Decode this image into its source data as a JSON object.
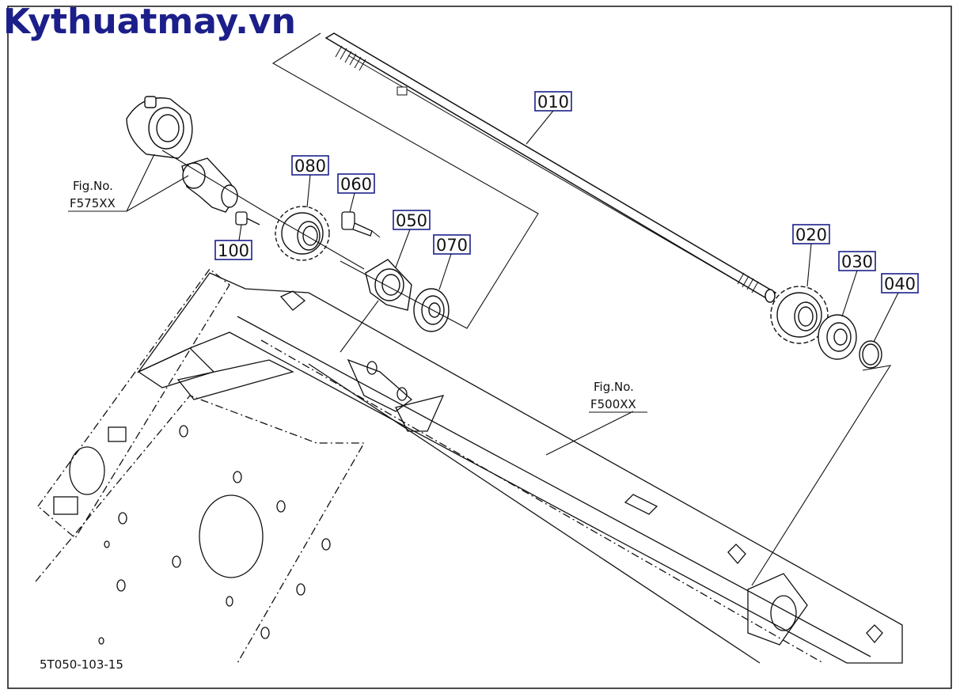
{
  "watermark": "Kythuatmay.vn",
  "drawing_code": "5T050-103-15",
  "fig_refs": [
    {
      "line1": "Fig.No.",
      "line2": "F575XX"
    },
    {
      "line1": "Fig.No.",
      "line2": "F500XX"
    }
  ],
  "parts": [
    "010",
    "020",
    "030",
    "040",
    "050",
    "060",
    "070",
    "080",
    "100"
  ],
  "colors": {
    "callout_border": "#1c1f8a",
    "line": "#111111",
    "watermark": "#1c1f8a"
  }
}
